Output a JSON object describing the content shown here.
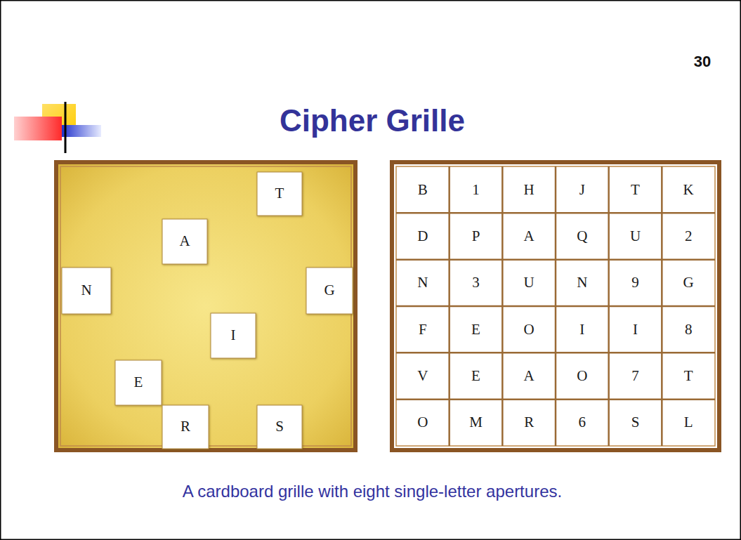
{
  "diagram": {
    "title": "Cipher Grille",
    "caption": "A cardboard grille with eight single-letter apertures.",
    "labels": [
      "30",
      "T",
      "A",
      "N",
      "G",
      "I",
      "E",
      "R",
      "S",
      "B",
      "1",
      "H",
      "J",
      "T",
      "K",
      "D",
      "P",
      "A",
      "Q",
      "U",
      "2",
      "N",
      "3",
      "U",
      "N",
      "9",
      "G",
      "F",
      "E",
      "O",
      "I",
      "I",
      "8",
      "V",
      "E",
      "A",
      "O",
      "7",
      "T",
      "O",
      "M",
      "R",
      "6",
      "S",
      "L"
    ]
  }
}
